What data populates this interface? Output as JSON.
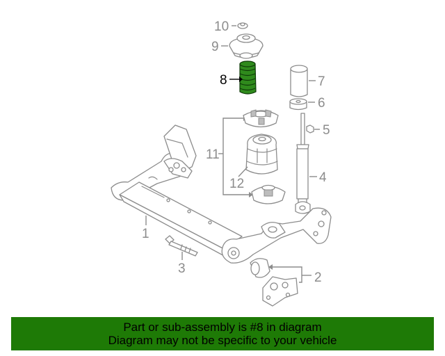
{
  "callouts": {
    "c1": "1",
    "c2": "2",
    "c3": "3",
    "c4": "4",
    "c5": "5",
    "c6": "6",
    "c7": "7",
    "c8": "8",
    "c9": "9",
    "c10": "10",
    "c11": "11",
    "c12": "12"
  },
  "highlighted_part": "8",
  "colors": {
    "highlight_part": "#2f8a1c",
    "banner_background": "#1e7a06",
    "line_art": "#8c8c8c"
  },
  "banner": {
    "line1": "Part or sub-assembly is #8 in diagram",
    "line2": "Diagram may not be specific to your vehicle"
  }
}
